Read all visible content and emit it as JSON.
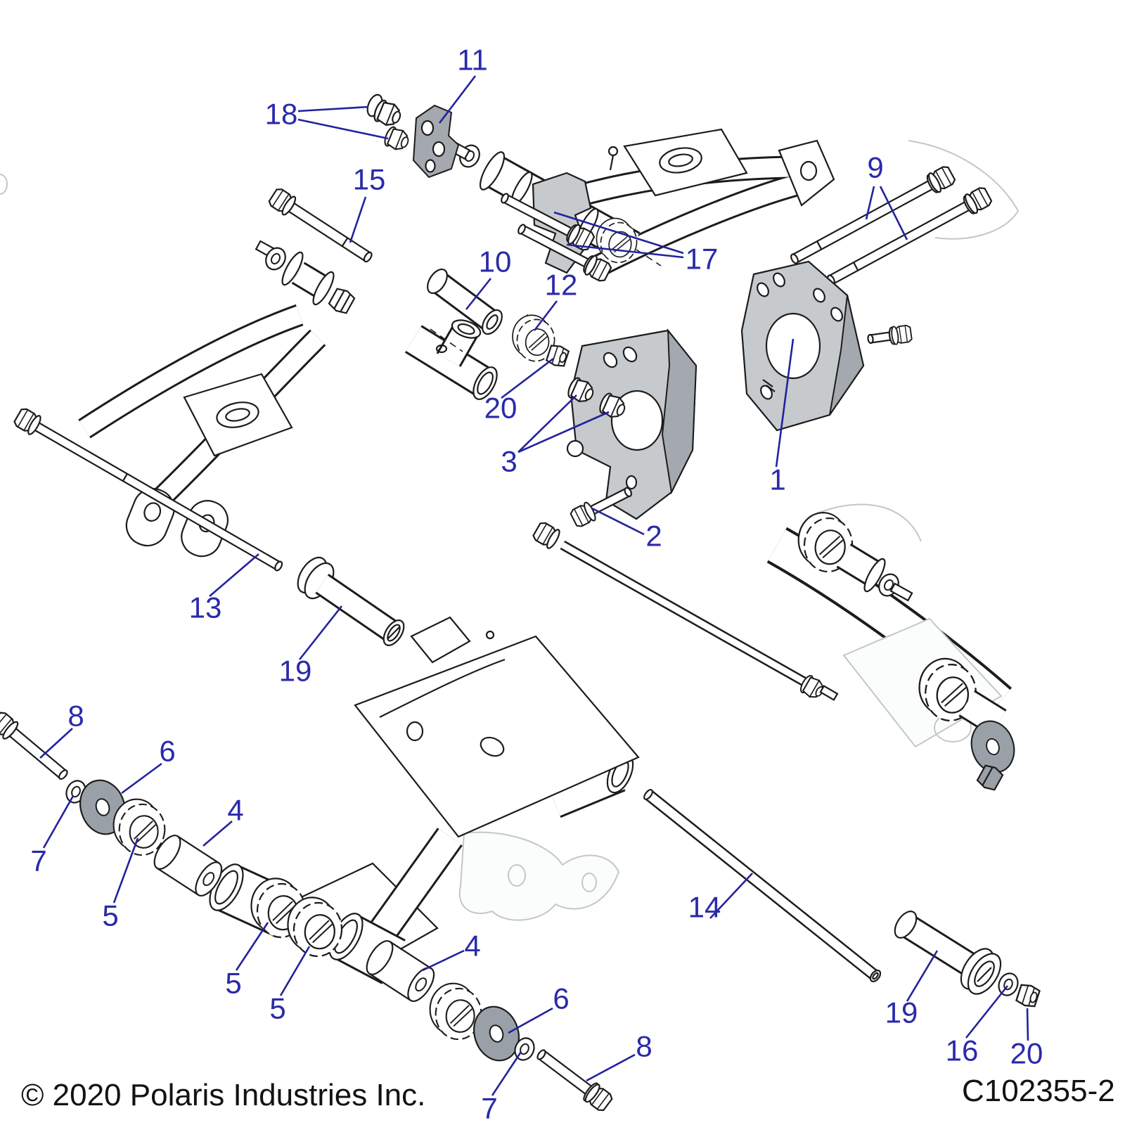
{
  "diagram": {
    "copyright": "© 2020 Polaris Industries Inc.",
    "part_code": "C102355-2",
    "colors": {
      "callout_blue": "#2a2aaa",
      "leader_blue": "#22229e",
      "outline_black": "#1c1c1c",
      "metal_gray": "#c6cacd",
      "metal_gray_dark": "#9aa0a7",
      "ghost_gray": "#c2c7cc",
      "background": "#ffffff"
    },
    "callouts": {
      "1": "1",
      "2": "2",
      "3": "3",
      "4": "4",
      "5": "5",
      "6": "6",
      "7": "7",
      "8": "8",
      "9": "9",
      "10": "10",
      "11": "11",
      "12": "12",
      "13": "13",
      "14": "14",
      "15": "15",
      "16": "16",
      "17": "17",
      "18": "18",
      "19": "19",
      "20": "20"
    }
  }
}
